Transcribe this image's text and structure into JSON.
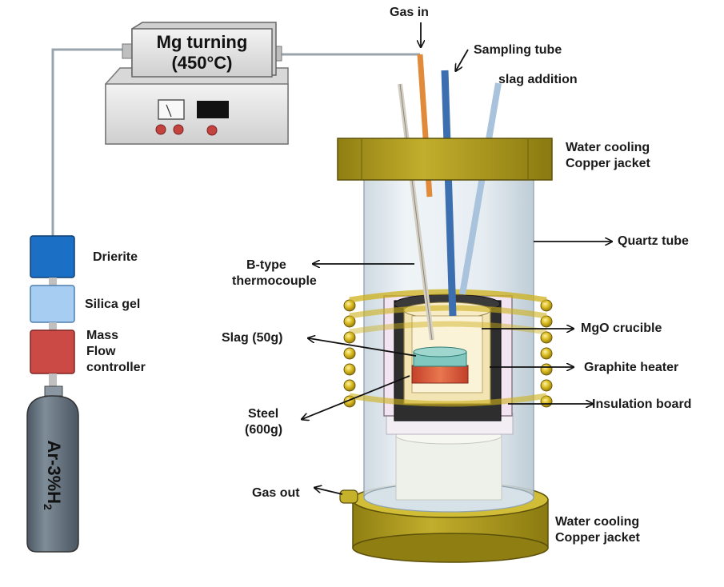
{
  "title": "",
  "furnace": {
    "mg_box_line1": "Mg turning",
    "mg_box_line2": "(450°C)",
    "gas_in": "Gas in",
    "sampling_tube": "Sampling tube",
    "slag_addition": "slag addition",
    "water_jacket_top_1": "Water cooling",
    "water_jacket_top_2": "Copper jacket",
    "quartz_tube": "Quartz tube",
    "thermocouple_1": "B-type",
    "thermocouple_2": "thermocouple",
    "mgo_crucible": "MgO crucible",
    "slag_1": "Slag (50g)",
    "graphite_heater": "Graphite heater",
    "insulation_board": "Insulation board",
    "steel_1": "Steel",
    "steel_2": "(600g)",
    "gas_out": "Gas out",
    "water_jacket_bottom_1": "Water cooling",
    "water_jacket_bottom_2": "Copper jacket"
  },
  "gas_train": {
    "drierite": "Drierite",
    "silica_gel": "Silica gel",
    "mfc_1": "Mass",
    "mfc_2": "Flow",
    "mfc_3": "controller",
    "cylinder_prefix": "Ar-3%H",
    "cylinder_sub": "2"
  },
  "colors": {
    "copper_jacket": "#b5a21f",
    "quartz": "#dce6ee",
    "coil": "#d4b51a",
    "drierite": "#1b6fc4",
    "silica_gel": "#a8cdf2",
    "mfc": "#cc4a45",
    "cylinder": "#5f6f7d",
    "gas_in_tube": "#e08a3a",
    "sampling_tube": "#3b6fb0",
    "slag_tube": "#a9c3dd",
    "slag": "#7fc7bf",
    "steel": "#d9583a",
    "crucible": "#f2e4b3",
    "heater": "#2e2e2e",
    "insulation": "#f3e4f2"
  }
}
